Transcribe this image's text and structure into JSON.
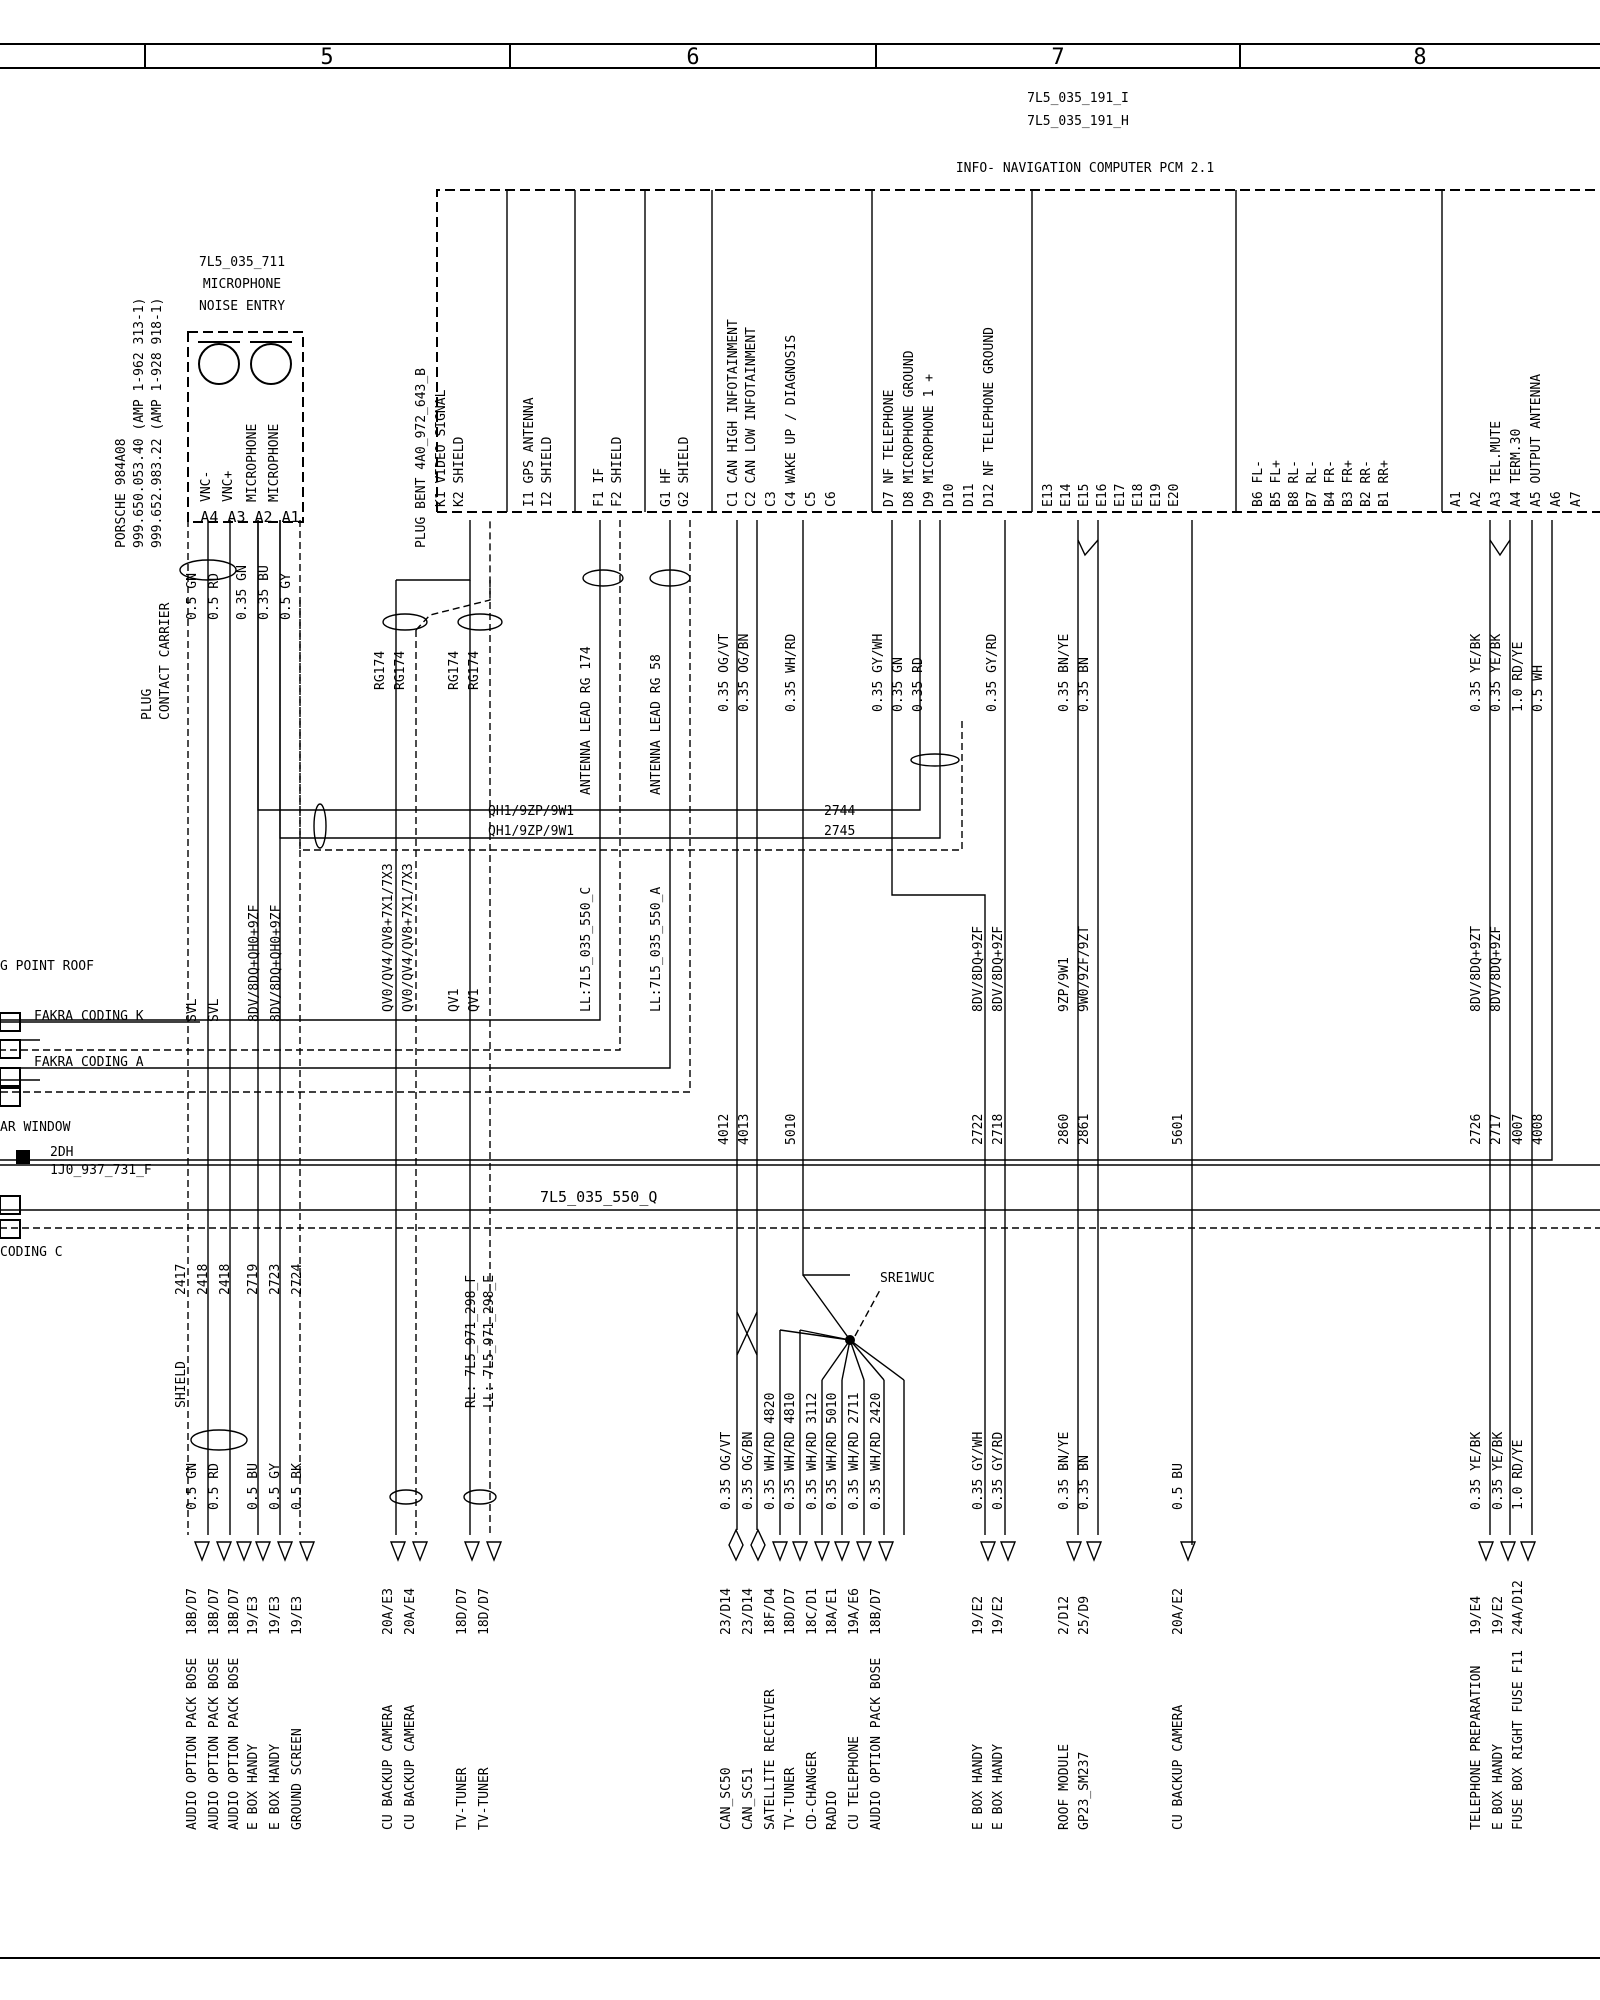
{
  "zones": [
    "5",
    "6",
    "7",
    "8"
  ],
  "control_unit": {
    "part_numbers": [
      "7L5_035_191_I",
      "7L5_035_191_H"
    ],
    "name": "INFO- NAVIGATION COMPUTER PCM 2.1"
  },
  "microphone": {
    "part": "7L5_035_711",
    "name_lines": [
      "MICROPHONE",
      "NOISE ENTRY"
    ],
    "pins": [
      {
        "pin": "A4",
        "label": "VNC-"
      },
      {
        "pin": "A3",
        "label": "VNC+"
      },
      {
        "pin": "A2",
        "label": "MICROPHONE"
      },
      {
        "pin": "A1",
        "label": "MICROPHONE"
      }
    ],
    "plug_info": [
      "PORSCHE 984A08",
      "999.650.053.40 (AMP 1-962 313-1)",
      "999.652.983.22 (AMP 1-928 918-1)"
    ],
    "contact_carrier": [
      "PLUG",
      "CONTACT CARRIER"
    ]
  },
  "plug_bent": "PLUG BENT  4A0_972_643_B",
  "pin_labels": [
    "K1 VIDEO SIGNAL",
    "K2 SHIELD",
    "I1 GPS ANTENNA",
    "I2 SHIELD",
    "F1 IF",
    "F2 SHIELD",
    "G1 HF",
    "G2 SHIELD",
    "C1 CAN HIGH INFOTAINMENT",
    "C2 CAN LOW  INFOTAINMENT",
    "C3",
    "C4 WAKE UP / DIAGNOSIS",
    "C5",
    "C6",
    "D7 NF TELEPHONE",
    "D8 MICROPHONE GROUND",
    "D9 MICROPHONE 1 +",
    "D10",
    "D11",
    "D12 NF TELEPHONE GROUND",
    "E13",
    "E14",
    "E15",
    "E16",
    "E17",
    "E18",
    "E19",
    "E20",
    "B6 FL-",
    "B5 FL+",
    "B8 RL-",
    "B7 RL-",
    "B4 FR-",
    "B3 FR+",
    "B2 RR-",
    "B1 RR+",
    "A1",
    "A2",
    "A3 TEL.MUTE",
    "A4 TERM.30",
    "A5 OUTPUT  ANTENNA",
    "A6",
    "A7"
  ],
  "upper_wire_labels": [
    "0.5 GN",
    "0.5 RD",
    "0.35 GN",
    "0.35 BU",
    "0.5 GY",
    "RG174",
    "RG174",
    "RG174",
    "RG174",
    "ANTENNA LEAD  RG 174",
    "ANTENNA LEAD  RG 58",
    "0.35 OG/VT",
    "0.35 OG/BN",
    "0.35 WH/RD",
    "0.35 GY/WH",
    "0.35 GN",
    "0.35 RD",
    "0.35 GY/RD",
    "0.35 BN/YE",
    "0.35 BN",
    "0.35 YE/BK",
    "0.35 YE/BK",
    "1.0 RD/YE",
    "0.5 WH"
  ],
  "harness_labels": [
    "QH1/9ZP/9W1",
    "2744",
    "QH1/9ZP/9W1",
    "2745",
    "SVL",
    "SVL",
    "8DV/8DQ+QH0+9ZF",
    "8DV/8DQ+QH0+9ZF",
    "QV0/QV4/QV8+7X1/7X3",
    "QV0/QV4/QV8+7X1/7X3",
    "QV1",
    "QV1",
    "LL:7L5_035_550_C",
    "LL:7L5_035_550_A",
    "8DV/8DQ+9ZF",
    "8DV/8DQ+9ZF",
    "9ZP/9W1",
    "9W0/9ZF/9ZT",
    "8DV/8DQ+9ZT",
    "8DV/8DQ+9ZF"
  ],
  "left_connectors": [
    "G POINT    ROOF",
    "FAKRA CODING K",
    "FAKRA CODING A",
    "AR WINDOW",
    "2DH",
    "1J0_937_731_F",
    "CODING C"
  ],
  "mid_circuits": [
    "4012",
    "4013",
    "5010",
    "2722",
    "2718",
    "2860",
    "2861",
    "5601",
    "2726",
    "2717",
    "4007",
    "4008"
  ],
  "harness_part": "7L5_035_550_Q",
  "splice": "SRE1WUC",
  "lower_circuits": [
    "2417",
    "2418",
    "2418",
    "2719",
    "2723",
    "2724"
  ],
  "shield_label": "SHIELD",
  "rl_ll": [
    "RL: 7L5_971_298_F",
    "LL: 7L5_971_298_E"
  ],
  "lower_wires": [
    {
      "wire": "0.5 GN",
      "ref": "18B/D7",
      "dest": "AUDIO OPTION PACK BOSE"
    },
    {
      "wire": "0.5 RD",
      "ref": "18B/D7",
      "dest": "AUDIO OPTION PACK BOSE"
    },
    {
      "wire": "",
      "ref": "18B/D7",
      "dest": "AUDIO OPTION PACK BOSE"
    },
    {
      "wire": "0.5 BU",
      "ref": "19/E3",
      "dest": "E BOX HANDY"
    },
    {
      "wire": "0.5 GY",
      "ref": "19/E3",
      "dest": "E BOX HANDY"
    },
    {
      "wire": "0.5 BK",
      "ref": "19/E3",
      "dest": "GROUND SCREEN"
    },
    {
      "wire": "",
      "ref": "20A/E3",
      "dest": "CU BACKUP CAMERA"
    },
    {
      "wire": "",
      "ref": "20A/E4",
      "dest": "CU BACKUP CAMERA"
    },
    {
      "wire": "",
      "ref": "18D/D7",
      "dest": "TV-TUNER"
    },
    {
      "wire": "",
      "ref": "18D/D7",
      "dest": "TV-TUNER"
    },
    {
      "wire": "0.35 OG/VT",
      "ref": "23/D14",
      "dest": "CAN_SC50"
    },
    {
      "wire": "0.35 OG/BN",
      "ref": "23/D14",
      "dest": "CAN_SC51"
    },
    {
      "wire": "0.35 WH/RD  4820",
      "ref": "18F/D4",
      "dest": "SATELLITE RECEIVER"
    },
    {
      "wire": "0.35 WH/RD  4810",
      "ref": "18D/D7",
      "dest": "TV-TUNER"
    },
    {
      "wire": "0.35 WH/RD  3112",
      "ref": "18C/D1",
      "dest": "CD-CHANGER"
    },
    {
      "wire": "0.35 WH/RD  5010",
      "ref": "18A/E1",
      "dest": "RADIO"
    },
    {
      "wire": "0.35 WH/RD  2711",
      "ref": "19A/E6",
      "dest": "CU TELEPHONE"
    },
    {
      "wire": "0.35 WH/RD  2420",
      "ref": "18B/D7",
      "dest": "AUDIO OPTION PACK BOSE"
    },
    {
      "wire": "0.35 GY/WH",
      "ref": "19/E2",
      "dest": "E BOX HANDY"
    },
    {
      "wire": "0.35 GY/RD",
      "ref": "19/E2",
      "dest": "E BOX HANDY"
    },
    {
      "wire": "0.35 BN/YE",
      "ref": "2/D12",
      "dest": "ROOF MODULE"
    },
    {
      "wire": "0.35 BN",
      "ref": "25/D9",
      "dest": "GP23_SM237"
    },
    {
      "wire": "0.5 BU",
      "ref": "20A/E2",
      "dest": "CU BACKUP CAMERA"
    },
    {
      "wire": "0.35 YE/BK",
      "ref": "19/E4",
      "dest": "TELEPHONE PREPARATION"
    },
    {
      "wire": "0.35 YE/BK",
      "ref": "19/E2",
      "dest": "E BOX HANDY"
    },
    {
      "wire": "1.0 RD/YE",
      "ref": "24A/D12",
      "dest": "FUSE BOX RIGHT FUSE F11"
    }
  ]
}
